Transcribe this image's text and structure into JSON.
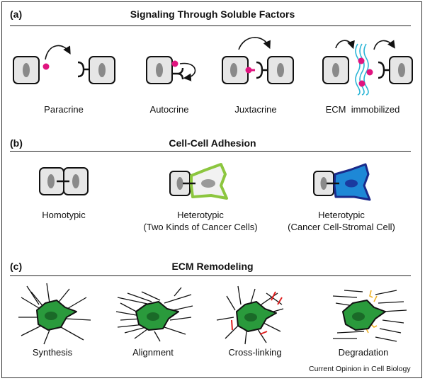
{
  "sections": [
    {
      "letter": "(a)",
      "title": "Signaling Through Soluble Factors",
      "items": [
        {
          "label": "Paracrine"
        },
        {
          "label": "Autocrine"
        },
        {
          "label": "Juxtacrine"
        },
        {
          "label": "ECM  immobilized"
        }
      ]
    },
    {
      "letter": "(b)",
      "title": "Cell-Cell Adhesion",
      "items": [
        {
          "label": "Homotypic"
        },
        {
          "label": "Heterotypic",
          "sublabel": "(Two Kinds of Cancer Cells)"
        },
        {
          "label": "Heterotypic",
          "sublabel": "(Cancer Cell-Stromal Cell)"
        }
      ]
    },
    {
      "letter": "(c)",
      "title": "ECM Remodeling",
      "items": [
        {
          "label": "Synthesis"
        },
        {
          "label": "Alignment"
        },
        {
          "label": "Cross-linking"
        },
        {
          "label": "Degradation"
        }
      ]
    }
  ],
  "credit": "Current Opinion in Cell Biology",
  "colors": {
    "cell_fill": "#e6e6e6",
    "nucleus": "#8a8a8a",
    "ligand": "#e0147f",
    "ecm_fibers": "#2ab5d6",
    "cancer_green": "#2a9a3c",
    "light_green": "#8cc63f",
    "stromal_blue": "#1e88d6",
    "crosslink_red": "#e02020",
    "degradation_yellow": "#f0b429"
  },
  "icons": [
    "cell",
    "nucleus",
    "receptor",
    "ligand",
    "arrow",
    "ecm-fiber",
    "cancer-cell",
    "stromal-cell"
  ]
}
